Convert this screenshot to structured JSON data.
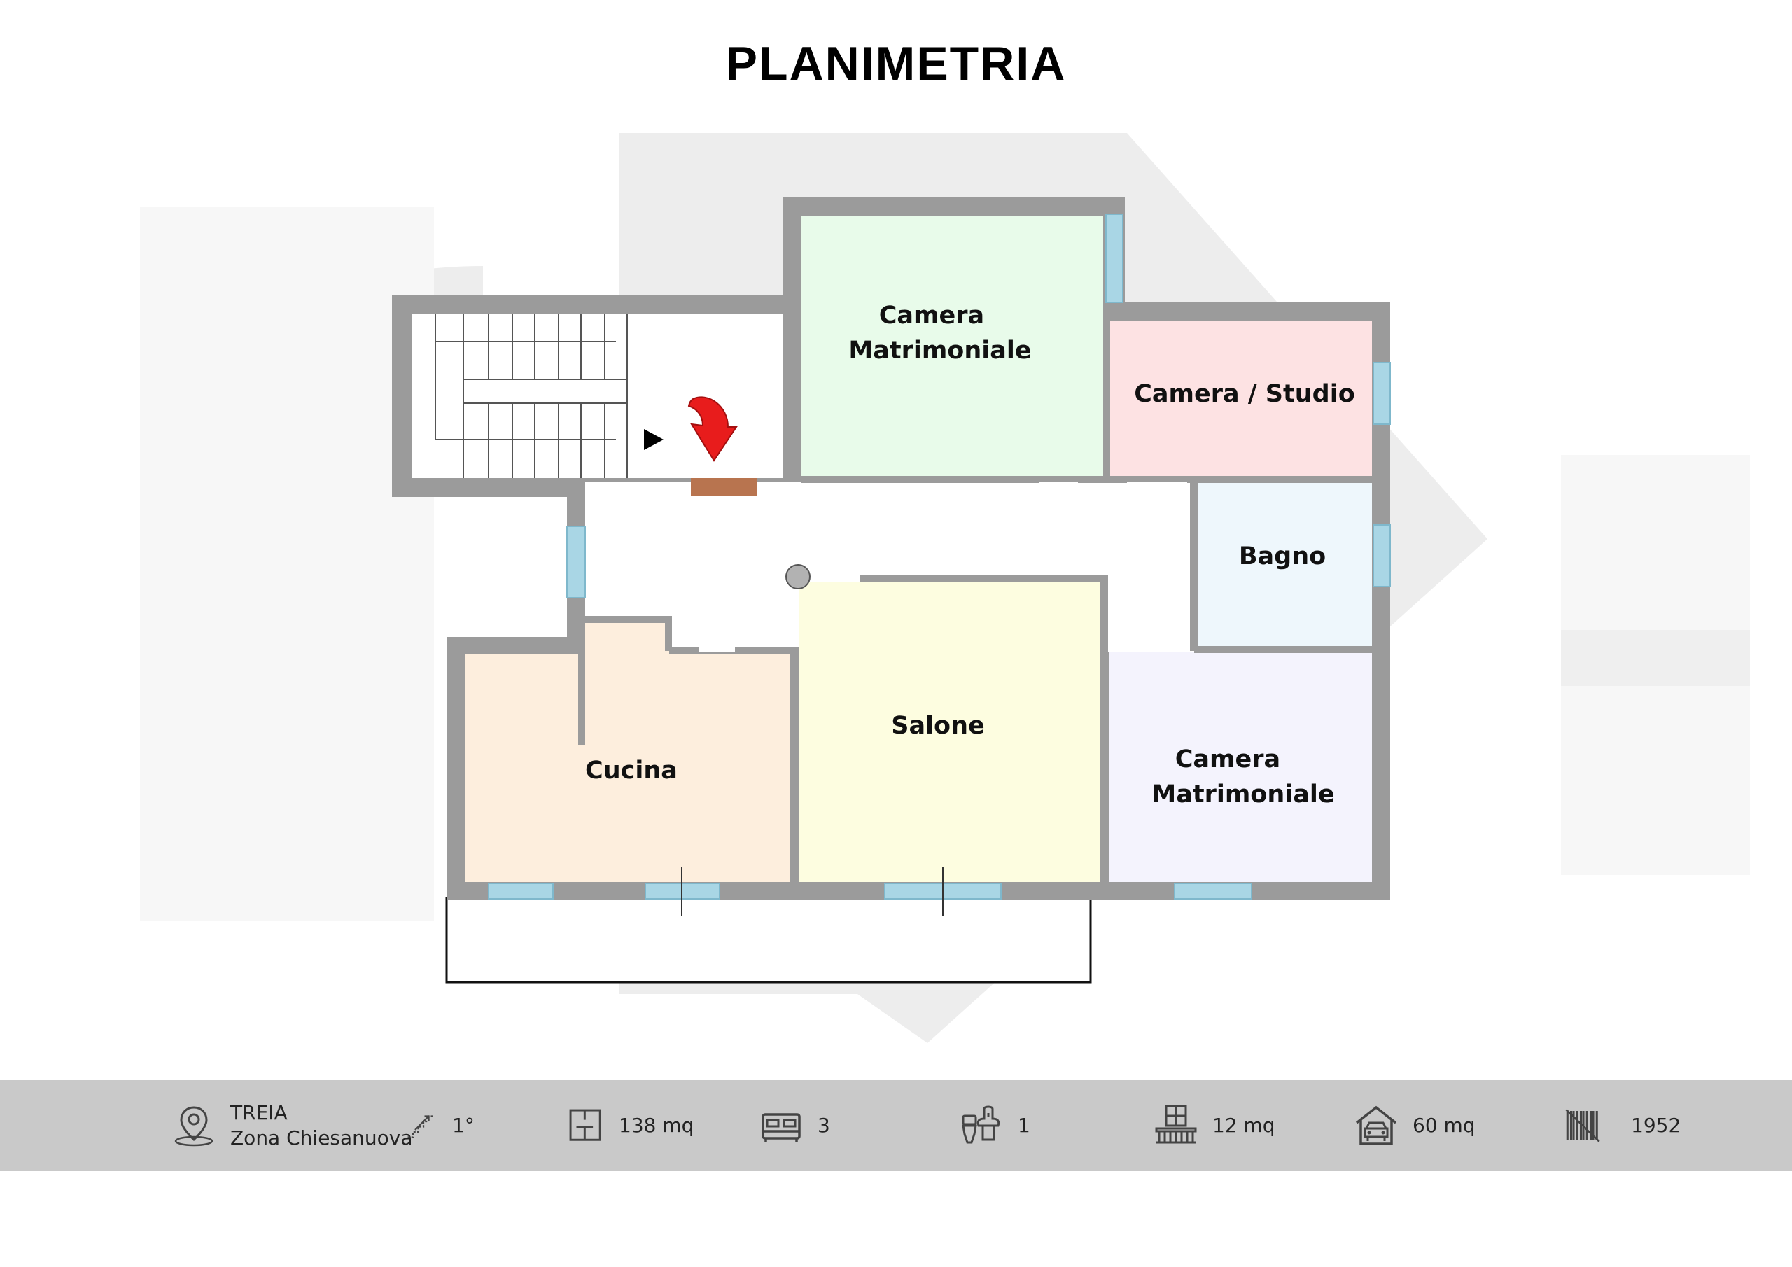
{
  "title": "PLANIMETRIA",
  "rooms": {
    "camera_matrimoniale_1": [
      "Camera",
      "Matrimoniale"
    ],
    "camera_studio": "Camera / Studio",
    "bagno": "Bagno",
    "salone": "Salone",
    "cucina": "Cucina",
    "camera_matrimoniale_2": [
      "Camera",
      "Matrimoniale"
    ]
  },
  "colors": {
    "wall": "#9b9b9b",
    "window": "#a9d6e5",
    "door": "#b8744f",
    "camera_matrimoniale_1": "#e8fbea",
    "camera_studio": "#fde2e3",
    "bagno": "#eef7fc",
    "salone": "#fdfde0",
    "cucina": "#fdeedd",
    "camera_matrimoniale_2": "#f4f3fd",
    "arrow": "#e81c1c",
    "info_bar": "#c9c9c9"
  },
  "info": {
    "location": {
      "icon": "location-pin-icon",
      "city": "TREIA",
      "zone": "Zona Chiesanuova"
    },
    "floor": {
      "icon": "stairs-icon",
      "value": "1°"
    },
    "area": {
      "icon": "floor-plan-icon",
      "value": "138 mq"
    },
    "bedrooms": {
      "icon": "bed-icon",
      "value": "3"
    },
    "bathrooms": {
      "icon": "toilet-icon",
      "value": "1"
    },
    "balcony": {
      "icon": "balcony-icon",
      "value": "12 mq"
    },
    "garage": {
      "icon": "garage-icon",
      "value": "60 mq"
    },
    "year": {
      "icon": "year-barcode-icon",
      "value": "1952"
    }
  }
}
